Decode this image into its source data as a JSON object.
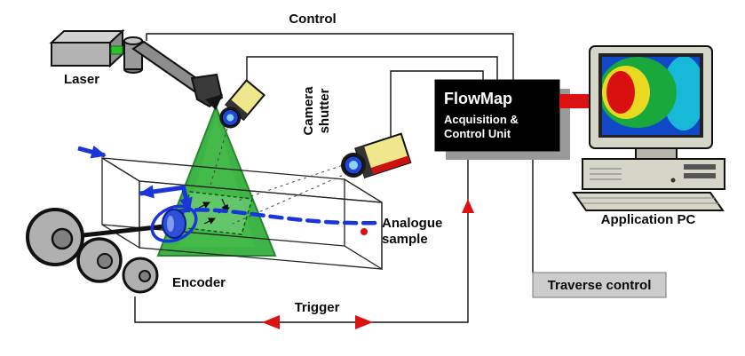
{
  "diagram": {
    "labels": {
      "control": "Control",
      "laser": "Laser",
      "camera_shutter_line1": "Camera",
      "camera_shutter_line2": "shutter",
      "flowmap_title": "FlowMap",
      "flowmap_line1": "Acquisition &",
      "flowmap_line2": "Control Unit",
      "application_pc": "Application PC",
      "analogue_line1": "Analogue",
      "analogue_line2": "sample",
      "traverse_control": "Traverse control",
      "encoder": "Encoder",
      "trigger": "Trigger"
    },
    "colors": {
      "light_sheet": "#2fae37",
      "signal_red": "#dd1111",
      "flow_blue": "#1a35d9",
      "camera_yellow": "#f0e68c",
      "laser_gray": "#b3b3b3",
      "flowmap_bg": "#000000",
      "traverse_bg": "#cccccc"
    }
  }
}
